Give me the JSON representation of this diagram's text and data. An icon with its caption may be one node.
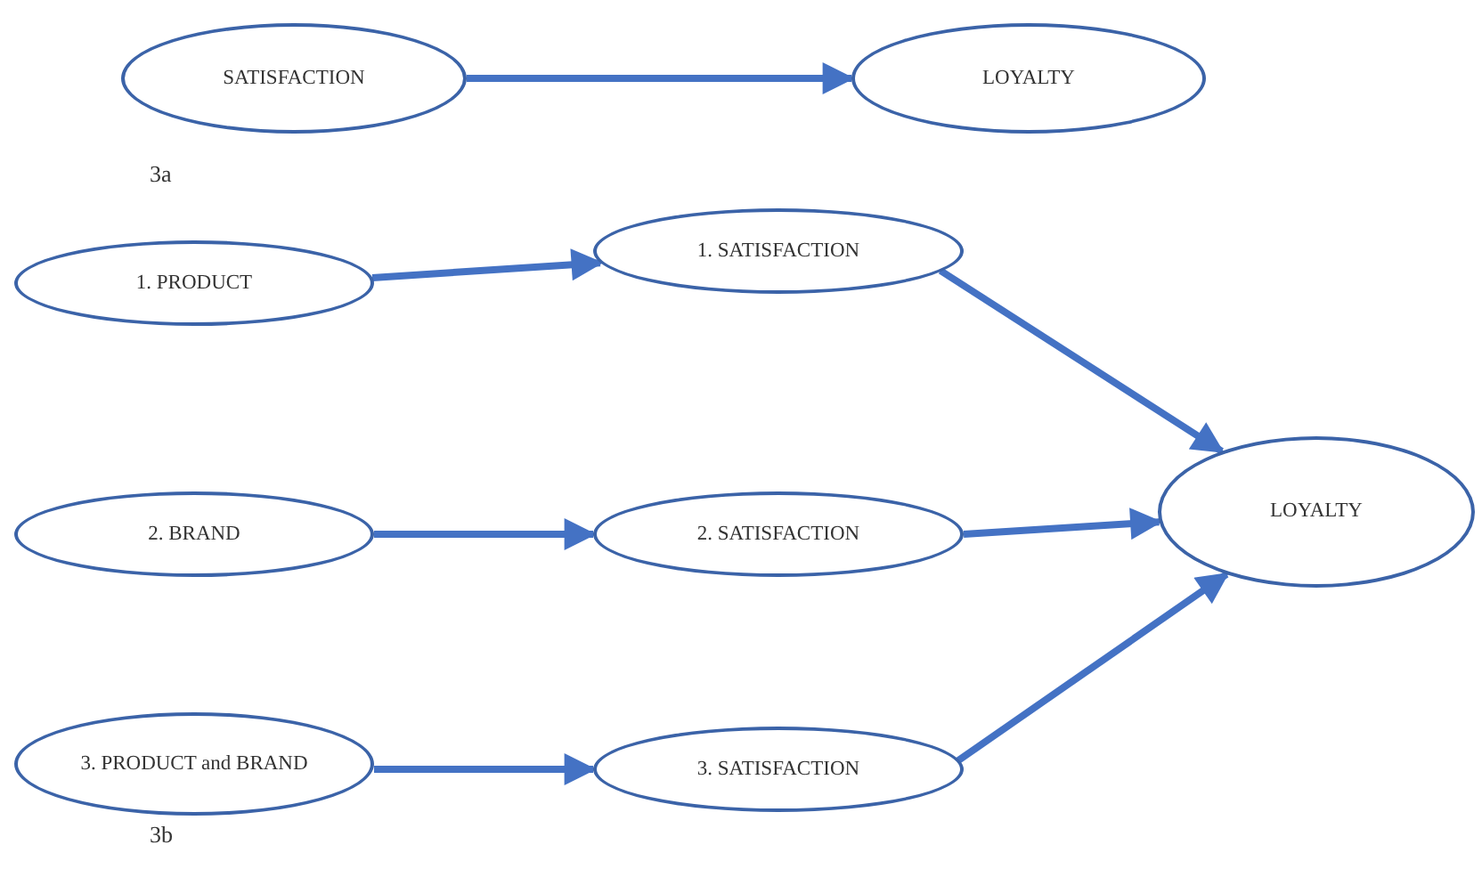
{
  "diagram": {
    "nodes": [
      {
        "text": [
          "SATISFACTION"
        ]
      },
      {
        "text": [
          "LOYALTY"
        ]
      },
      {
        "text": [
          "1. PRODUCT"
        ]
      },
      {
        "text": [
          "1. SATISFACTION"
        ]
      },
      {
        "text": [
          "2. BRAND"
        ]
      },
      {
        "text": [
          "2. SATISFACTION"
        ]
      },
      {
        "text": [
          "LOYALTY"
        ]
      },
      {
        "text": [
          "3. PRODUCT and BRAND"
        ]
      },
      {
        "text": [
          "3. SATISFACTION"
        ]
      }
    ],
    "edges": [
      {
        "from": 0,
        "to": 1,
        "arrow": "to"
      },
      {
        "from": 2,
        "to": 3,
        "arrow": "to"
      },
      {
        "from": 3,
        "to": 6,
        "arrow": "to"
      },
      {
        "from": 4,
        "to": 5,
        "arrow": "to"
      },
      {
        "from": 5,
        "to": 6,
        "arrow": "to"
      },
      {
        "from": 7,
        "to": 8,
        "arrow": "to"
      },
      {
        "from": 8,
        "to": 6,
        "arrow": "to"
      }
    ],
    "labels": [
      "3a",
      "3b"
    ]
  }
}
